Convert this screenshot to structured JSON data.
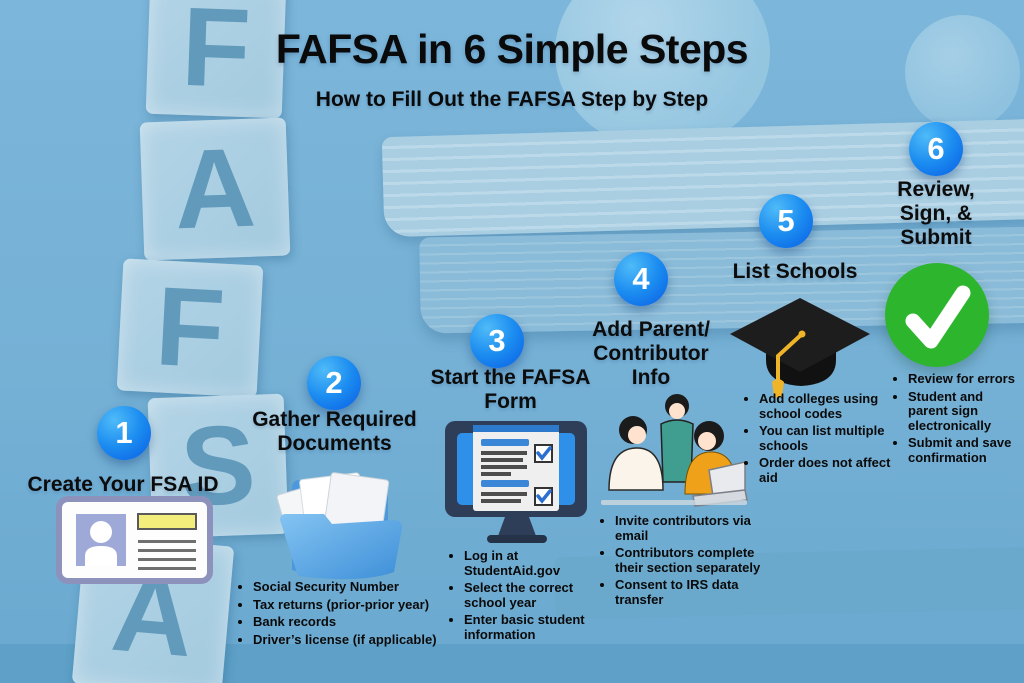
{
  "header": {
    "title": "FAFSA in 6 Simple Steps",
    "subtitle": "How to Fill Out the FAFSA Step by Step"
  },
  "background": {
    "description": "photo of wooden letter blocks spelling FAFSA beside stacked books, blue tint",
    "letters": [
      "F",
      "A",
      "F",
      "S",
      "A"
    ]
  },
  "colors": {
    "badge_blue_top": "#4fbbf8",
    "badge_blue_bottom": "#0a5de5",
    "check_green": "#2db52e",
    "background_blue": "#75b0d5",
    "text_black": "#0a0a0a"
  },
  "steps": [
    {
      "number": "1",
      "title": "Create Your FSA ID",
      "icon": "id-card-icon",
      "bullets": []
    },
    {
      "number": "2",
      "title": "Gather Required Documents",
      "icon": "folder-documents-icon",
      "bullets": [
        "Social Security Number",
        "Tax returns (prior-prior year)",
        "Bank records",
        "Driver’s license (if applicable)"
      ]
    },
    {
      "number": "3",
      "title": "Start the FAFSA Form",
      "icon": "computer-form-icon",
      "bullets": [
        "Log in at StudentAid.gov",
        "Select the correct school year",
        "Enter basic student information"
      ]
    },
    {
      "number": "4",
      "title": "Add Parent/ Contributor Info",
      "icon": "family-at-laptop-icon",
      "bullets": [
        "Invite contributors via email",
        "Contributors complete their section separately",
        "Consent to IRS data transfer"
      ]
    },
    {
      "number": "5",
      "title": "List Schools",
      "icon": "graduation-cap-icon",
      "bullets": [
        "Add colleges using school codes",
        "You can list multiple schools",
        "Order does not affect aid"
      ]
    },
    {
      "number": "6",
      "title": "Review, Sign, & Submit",
      "icon": "green-checkmark-icon",
      "bullets": [
        "Review for errors",
        "Student and parent sign electronically",
        "Submit and save confirmation"
      ]
    }
  ]
}
